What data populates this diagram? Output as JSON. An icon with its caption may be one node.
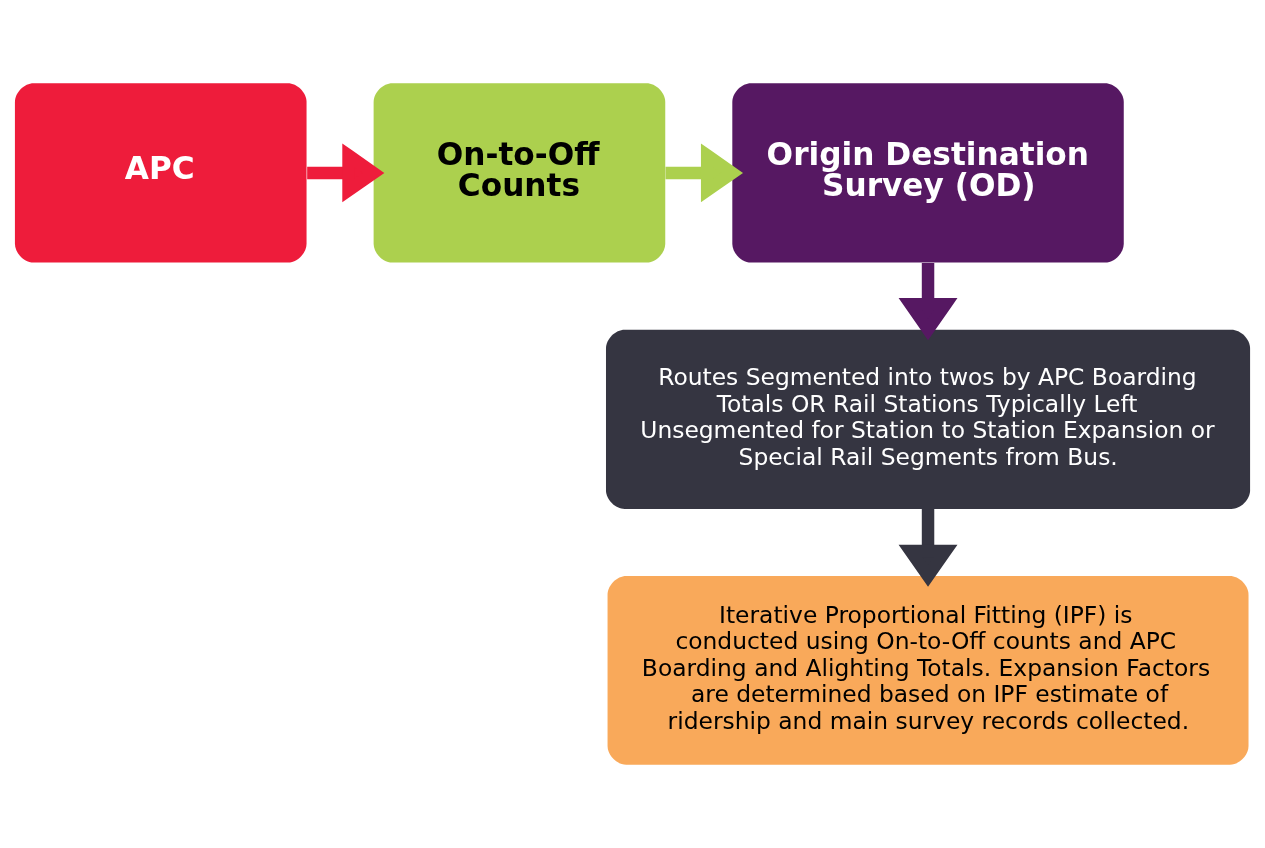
{
  "diagram": {
    "nodes": [
      {
        "text": [
          "APC"
        ]
      },
      {
        "text": [
          "On-to-Off Counts"
        ]
      },
      {
        "text": [
          "Origin Destination Survey (OD)"
        ]
      },
      {
        "text": [
          "Routes Segmented into twos by APC Boarding Totals OR Rail Stations Typically Left Unsegmented for Station to Station Expansion or Special Rail Segments from Bus."
        ]
      },
      {
        "text": [
          "Iterative Proportional Fitting (IPF) is conducted using On-to-Off counts and APC Boarding and Alighting Totals. Expansion Factors are determined based on IPF estimate of ridership and main survey records collected."
        ]
      }
    ],
    "edges": [
      {
        "from": 0,
        "to": 1,
        "arrow": "to",
        "color": "#ee1c3b"
      },
      {
        "from": 1,
        "to": 2,
        "arrow": "to",
        "color": "#acd04e"
      },
      {
        "from": 2,
        "to": 3,
        "arrow": "to",
        "color": "#561862"
      },
      {
        "from": 3,
        "to": 4,
        "arrow": "to",
        "color": "#353541"
      }
    ]
  }
}
